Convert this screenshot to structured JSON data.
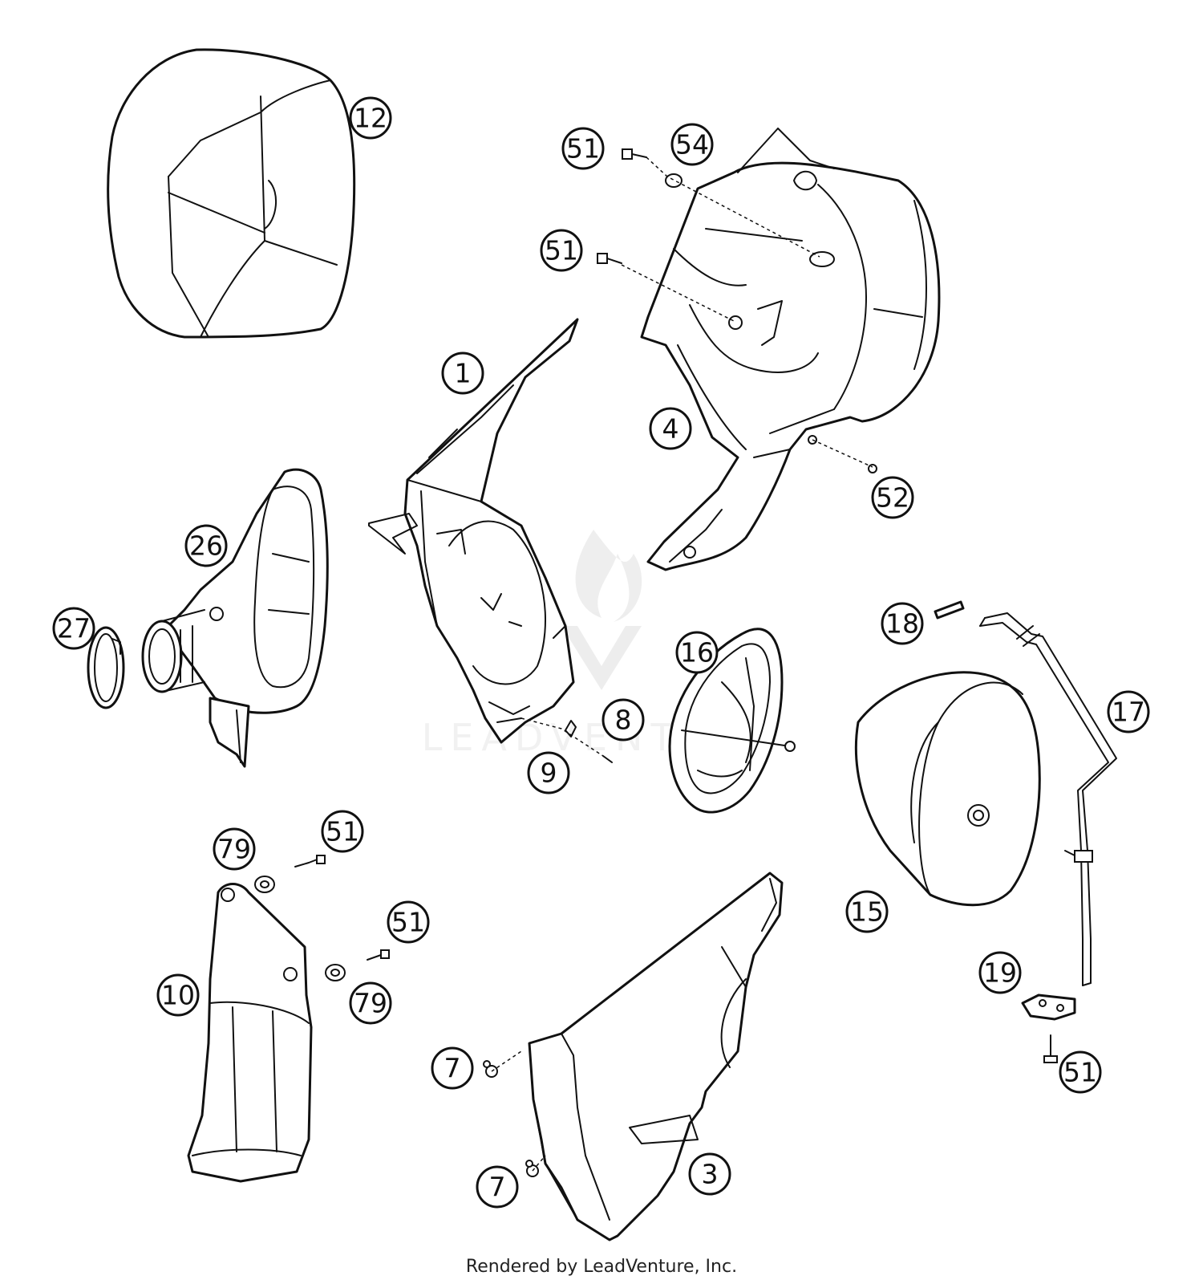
{
  "diagram": {
    "callouts": {
      "c1": "1",
      "c3": "3",
      "c4": "4",
      "c7a": "7",
      "c7b": "7",
      "c8": "8",
      "c9": "9",
      "c10": "10",
      "c12": "12",
      "c15": "15",
      "c16": "16",
      "c17": "17",
      "c18": "18",
      "c19": "19",
      "c26": "26",
      "c27": "27",
      "c51a": "51",
      "c51b": "51",
      "c51c": "51",
      "c51d": "51",
      "c51e": "51",
      "c52": "52",
      "c54": "54",
      "c79a": "79",
      "c79b": "79"
    },
    "watermark": "LEADVENTURE"
  },
  "footer": "Rendered by LeadVenture, Inc."
}
